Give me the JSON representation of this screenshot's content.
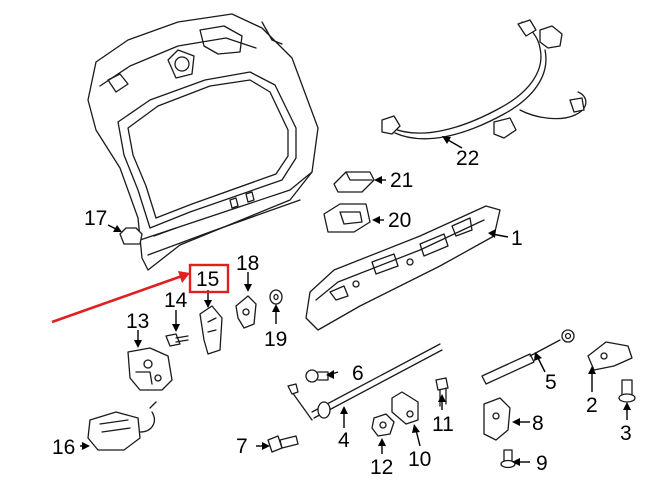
{
  "diagram": {
    "callouts": [
      "1",
      "2",
      "3",
      "4",
      "5",
      "6",
      "7",
      "8",
      "9",
      "10",
      "11",
      "12",
      "13",
      "14",
      "15",
      "16",
      "17",
      "18",
      "19",
      "20",
      "21",
      "22"
    ],
    "highlight": {
      "callout": "15",
      "color": "#e02020"
    }
  }
}
